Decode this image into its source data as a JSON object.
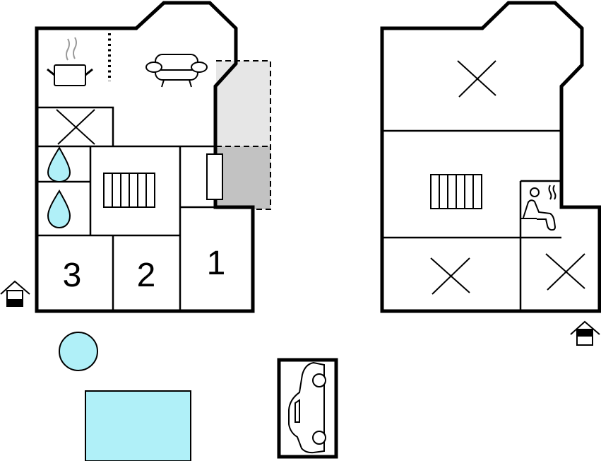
{
  "ground_floor": {
    "room_labels": [
      "1",
      "2",
      "3"
    ]
  },
  "colors": {
    "water": "#b0f0f8",
    "terrace_light": "#e6e6e6",
    "terrace_dark": "#c2c2c2",
    "wall": "#000000",
    "steam": "#999999"
  }
}
